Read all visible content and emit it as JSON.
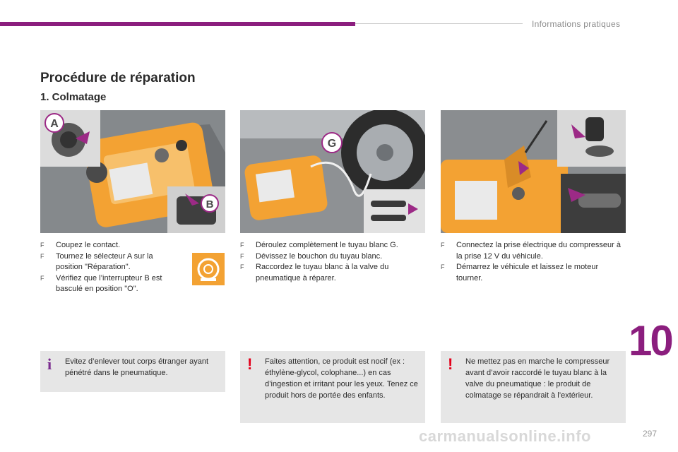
{
  "header": {
    "section": "Informations pratiques",
    "accent": "#8b1e7e"
  },
  "title": "Procédure de réparation",
  "subtitle": "1. Colmatage",
  "callouts": {
    "a": "A",
    "b": "B",
    "g": "G"
  },
  "columns": [
    {
      "steps": [
        {
          "bullet": "F",
          "text": "Coupez le contact."
        },
        {
          "bullet": "F",
          "text": "Tournez le sélecteur A sur la position \"Réparation\"."
        },
        {
          "bullet": "F",
          "text": "Vérifiez que l’interrupteur B est basculé en position \"O\"."
        }
      ]
    },
    {
      "steps": [
        {
          "bullet": "F",
          "text": "Déroulez complètement le tuyau blanc G."
        },
        {
          "bullet": "F",
          "text": "Dévissez le bouchon du tuyau blanc."
        },
        {
          "bullet": "F",
          "text": "Raccordez le tuyau blanc à la valve du pneumatique à réparer."
        }
      ]
    },
    {
      "steps": [
        {
          "bullet": "F",
          "text": "Connectez la prise électrique du compresseur à la prise 12 V du véhicule."
        },
        {
          "bullet": "F",
          "text": "Démarrez le véhicule et laissez le moteur tourner."
        }
      ]
    }
  ],
  "notices": [
    {
      "type": "info",
      "icon": "i",
      "text": "Evitez d’enlever tout corps étranger ayant pénétré dans le pneumatique."
    },
    {
      "type": "warning",
      "icon": "!",
      "text": "Faites attention, ce produit est nocif (ex : éthylène-glycol, colophane...) en cas d’ingestion et irritant pour les yeux. Tenez ce produit hors de portée des enfants."
    },
    {
      "type": "warning",
      "icon": "!",
      "text": "Ne mettez pas en marche le compresseur avant d’avoir raccordé le tuyau blanc à la valve du pneumatique : le produit de colmatage se répandrait à l’extérieur."
    }
  ],
  "chapter_number": "10",
  "page_number": "297",
  "watermark": "carmanualsonline.info",
  "colors": {
    "info": "#7b2c8f",
    "warning": "#e3001b",
    "kit": "#f3a233"
  }
}
